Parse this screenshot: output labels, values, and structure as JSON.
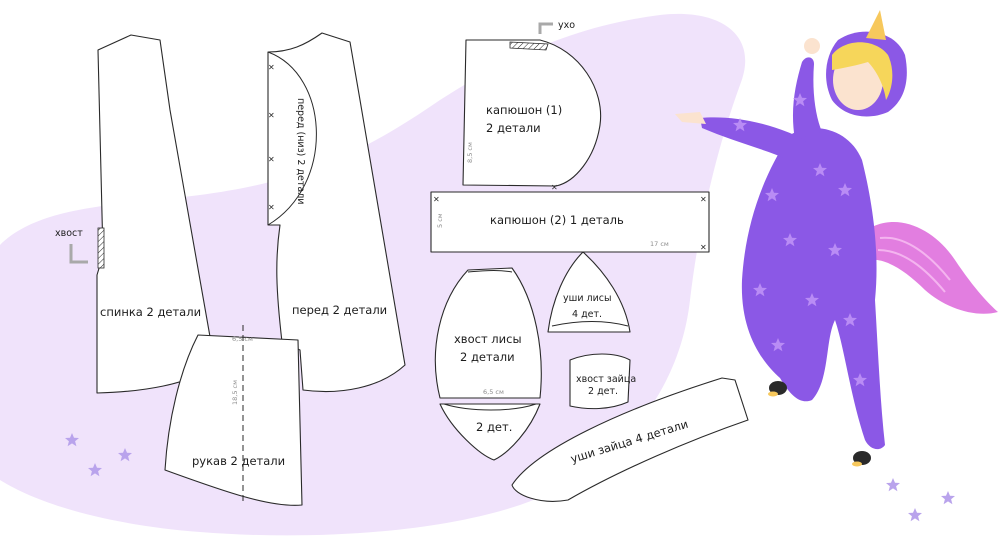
{
  "pieces": {
    "spinka": "спинка 2 детали",
    "pered": "перед 2 детали",
    "pered_inner": "перед (низ) 2 детали",
    "rukav": "рукав 2 детали",
    "kapushon1_line1": "капюшон (1)",
    "kapushon1_line2": "2 детали",
    "kapushon2": "капюшон (2) 1 деталь",
    "hvost_lisy_line1": "хвост лисы",
    "hvost_lisy_line2": "2 детали",
    "hvost_bottom": "2 дет.",
    "ushi_lisy_line1": "уши лисы",
    "ushi_lisy_line2": "4 дет.",
    "hvost_zaica_line1": "хвост зайца",
    "hvost_zaica_line2": "2 дет.",
    "ushi_zaica": "уши зайца 4 детали"
  },
  "markers": {
    "hvost": "хвост",
    "uho": "ухо"
  },
  "dimensions": {
    "rukav_top": "6,5 см",
    "rukav_side": "18,5 см",
    "hvost_width": "6,5 см",
    "kapushon2_len": "17 см",
    "kapushon2_h": "5 см",
    "kapushon1_h": "8,5 см"
  },
  "colors": {
    "blob": "#f0e3fb",
    "suit": "#8b58e6",
    "suit_dark": "#6c3fc9",
    "star": "#b98cf5",
    "mane": "#e27ee0",
    "hair": "#f6d65a",
    "skin": "#fbe3cf",
    "horn": "#f7c85c",
    "sparkle": "#b9a3ec"
  },
  "illustration": {
    "character": "unicorn-costume-person-icon"
  }
}
